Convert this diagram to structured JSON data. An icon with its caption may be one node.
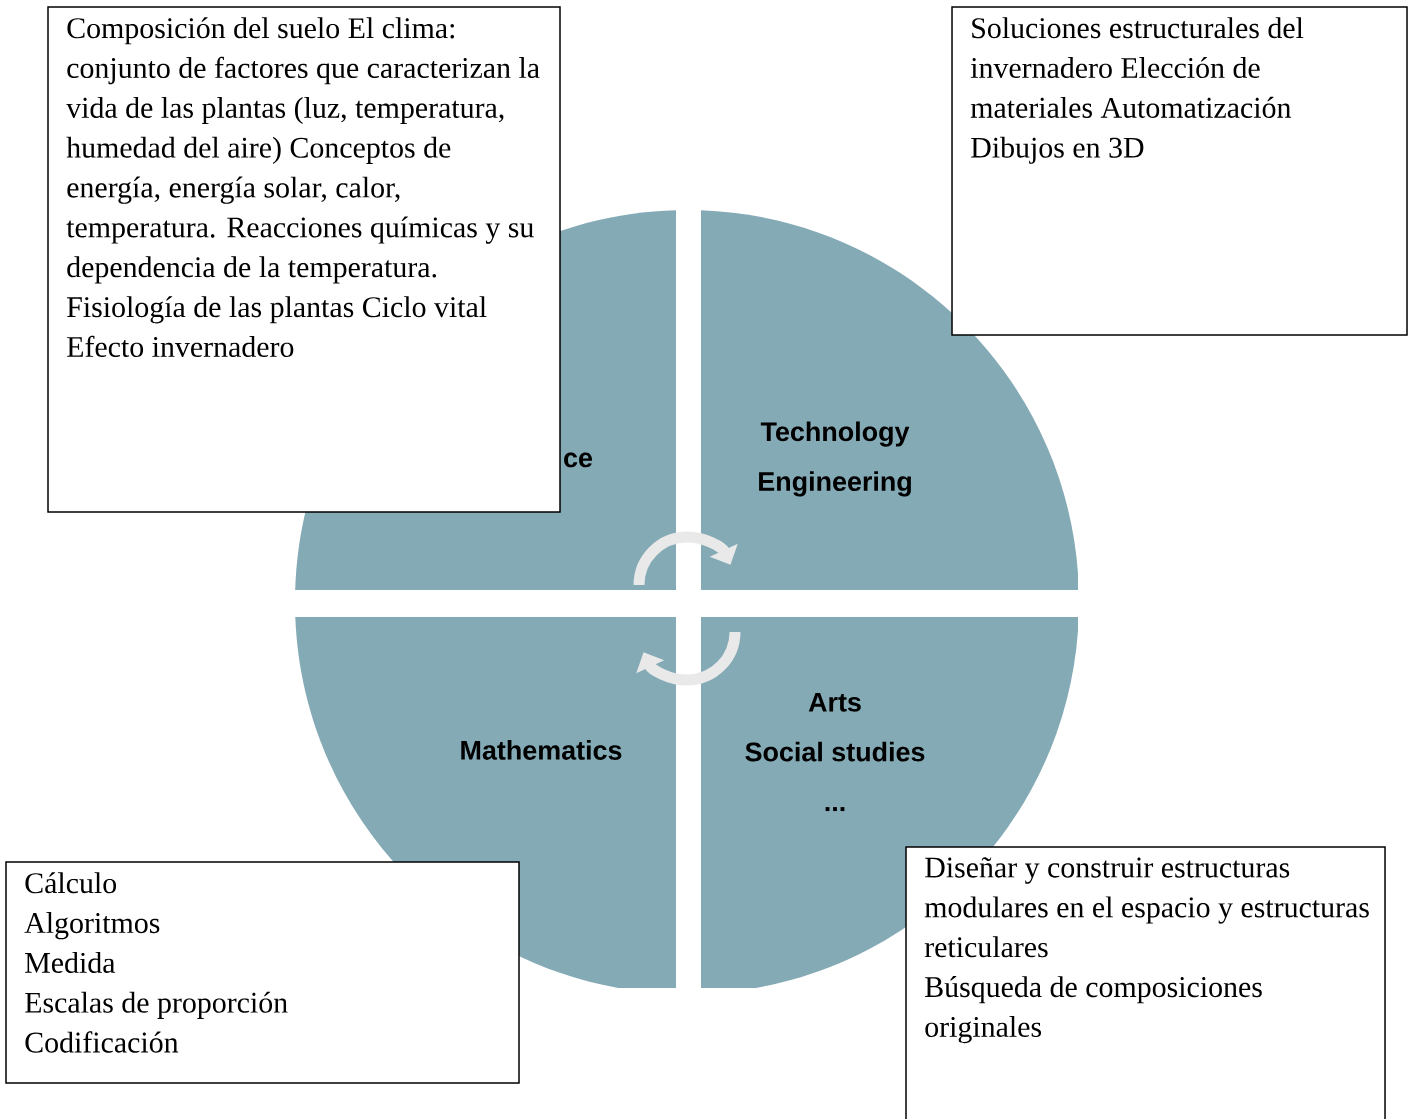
{
  "diagram": {
    "nodes": [
      {
        "text": [
          "Composición del suelo El clima: conjunto de factores que caracterizan la vida de las plantas (luz, temperatura, humedad del aire) Conceptos de energía, energía solar, calor, temperatura. Reacciones químicas y su dependencia de la temperatura. Fisiología de las plantas Ciclo vital Efecto invernadero"
        ]
      },
      {
        "text": [
          "Soluciones estructurales del invernadero Elección de materiales Automatización Dibujos en 3D"
        ]
      },
      {
        "text": [
          "ce"
        ]
      },
      {
        "text": [
          "Technology",
          "Engineering"
        ]
      },
      {
        "text": [
          "Mathematics"
        ]
      },
      {
        "text": [
          "Arts",
          "Social studies",
          "..."
        ]
      },
      {
        "text": [
          "Cálculo",
          "Algoritmos",
          "Medida",
          "Escalas de proporción",
          "Codificación"
        ]
      },
      {
        "text": [
          "Diseñar y construir estructuras modulares en el espacio y estructuras reticulares",
          "Búsqueda de composiciones originales"
        ]
      }
    ]
  }
}
